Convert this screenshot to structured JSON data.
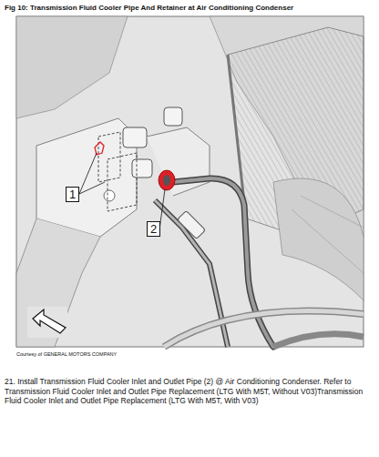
{
  "diagram": {
    "title": "Fig 10: Transmission Fluid Cooler Pipe And Retainer at Air Conditioning Condenser",
    "labels": [
      "1",
      "2",
      "Courtesy of GENERAL MOTORS COMPANY",
      "21. Install Transmission Fluid Cooler Inlet and Outlet Pipe (2) @ Air Conditioning Condenser. Refer to Transmission Fluid Cooler Inlet and Outlet Pipe Replacement (LTG With M5T, Without V03)Transmission Fluid Cooler Inlet and Outlet Pipe Replacement (LTG With M5T, With V03)"
    ]
  }
}
